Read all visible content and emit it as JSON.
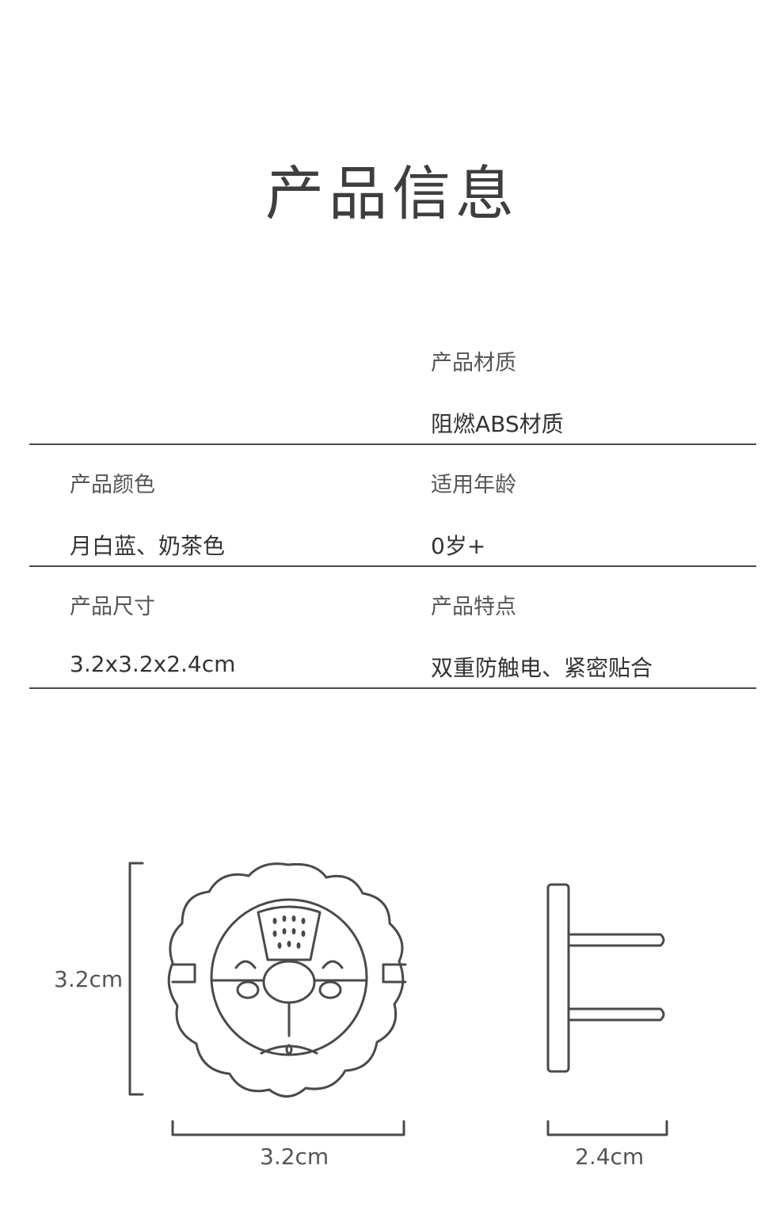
{
  "title": "产品信息",
  "specs": {
    "material": {
      "label": "产品材质",
      "value": "阻燃ABS材质"
    },
    "color": {
      "label": "产品颜色",
      "value": "月白蓝、奶茶色"
    },
    "age": {
      "label": "适用年龄",
      "value": "0岁+"
    },
    "size": {
      "label": "产品尺寸",
      "value": "3.2x3.2x2.4cm"
    },
    "features": {
      "label": "产品特点",
      "value": "双重防触电、紧密贴合"
    }
  },
  "dimensions": {
    "front_height": "3.2cm",
    "front_width": "3.2cm",
    "side_width": "2.4cm"
  },
  "colors": {
    "line": "#4a4a4a",
    "text": "#3a3a3a"
  }
}
